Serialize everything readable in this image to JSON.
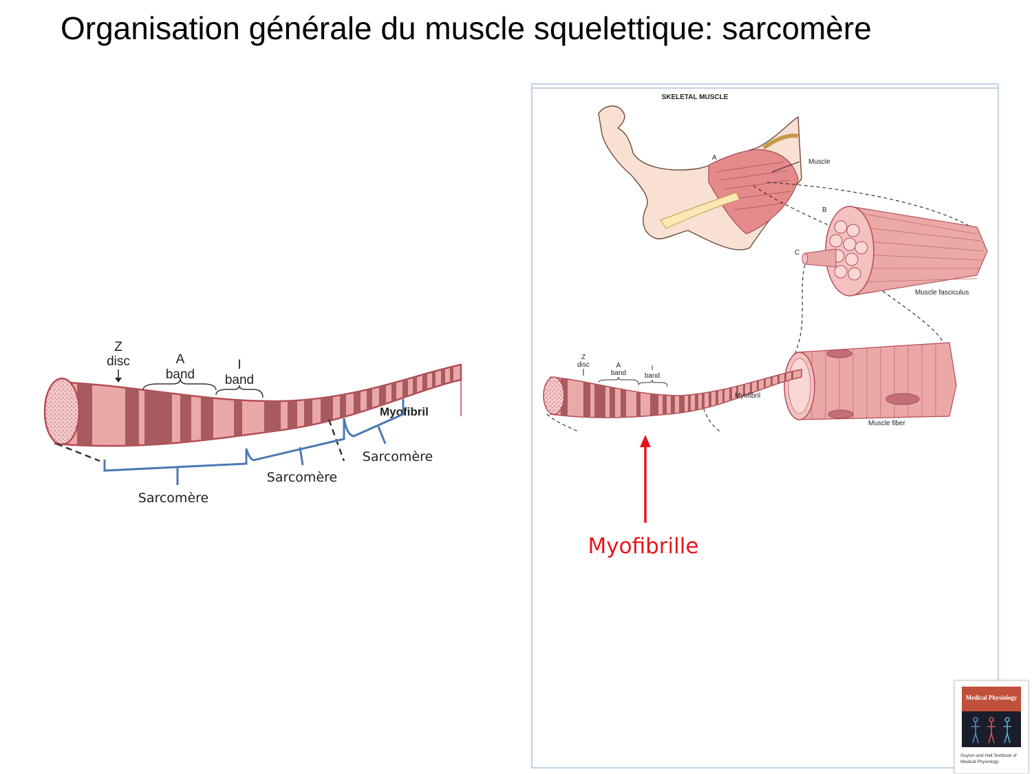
{
  "slide": {
    "title": "Organisation générale du muscle squelettique: sarcomère"
  },
  "left_diagram": {
    "z_disc_label": [
      "Z",
      "disc"
    ],
    "a_band_label": [
      "A",
      "band"
    ],
    "i_band_label": [
      "I",
      "band"
    ],
    "myofibril_label": "Myofibril",
    "sarcomere_labels": [
      "Sarcomère",
      "Sarcomère",
      "Sarcomère"
    ]
  },
  "right_figure": {
    "heading": "SKELETAL MUSCLE",
    "label_a": "A",
    "label_b": "B",
    "label_c": "C",
    "muscle": "Muscle",
    "muscle_fasciculus": "Muscle fasciculus",
    "muscle_fiber": "Muscle fiber",
    "myofibril": "Myofibril",
    "z_disc": [
      "Z",
      "disc"
    ],
    "a_band": [
      "A",
      "band"
    ],
    "i_band": [
      "I",
      "band"
    ]
  },
  "annotation": {
    "label": "Myofibrille",
    "color": "#e8141b"
  },
  "book_cover": {
    "title": "Medical Physiology",
    "caption": "Guyton and Hall Textbook of Medical Physiology"
  },
  "colors": {
    "dark_band": "#a85a5f",
    "light_band": "#eaa9a7",
    "outline": "#b54a55",
    "bracket": "#4a78b4",
    "red_arrow": "#e8141b"
  }
}
